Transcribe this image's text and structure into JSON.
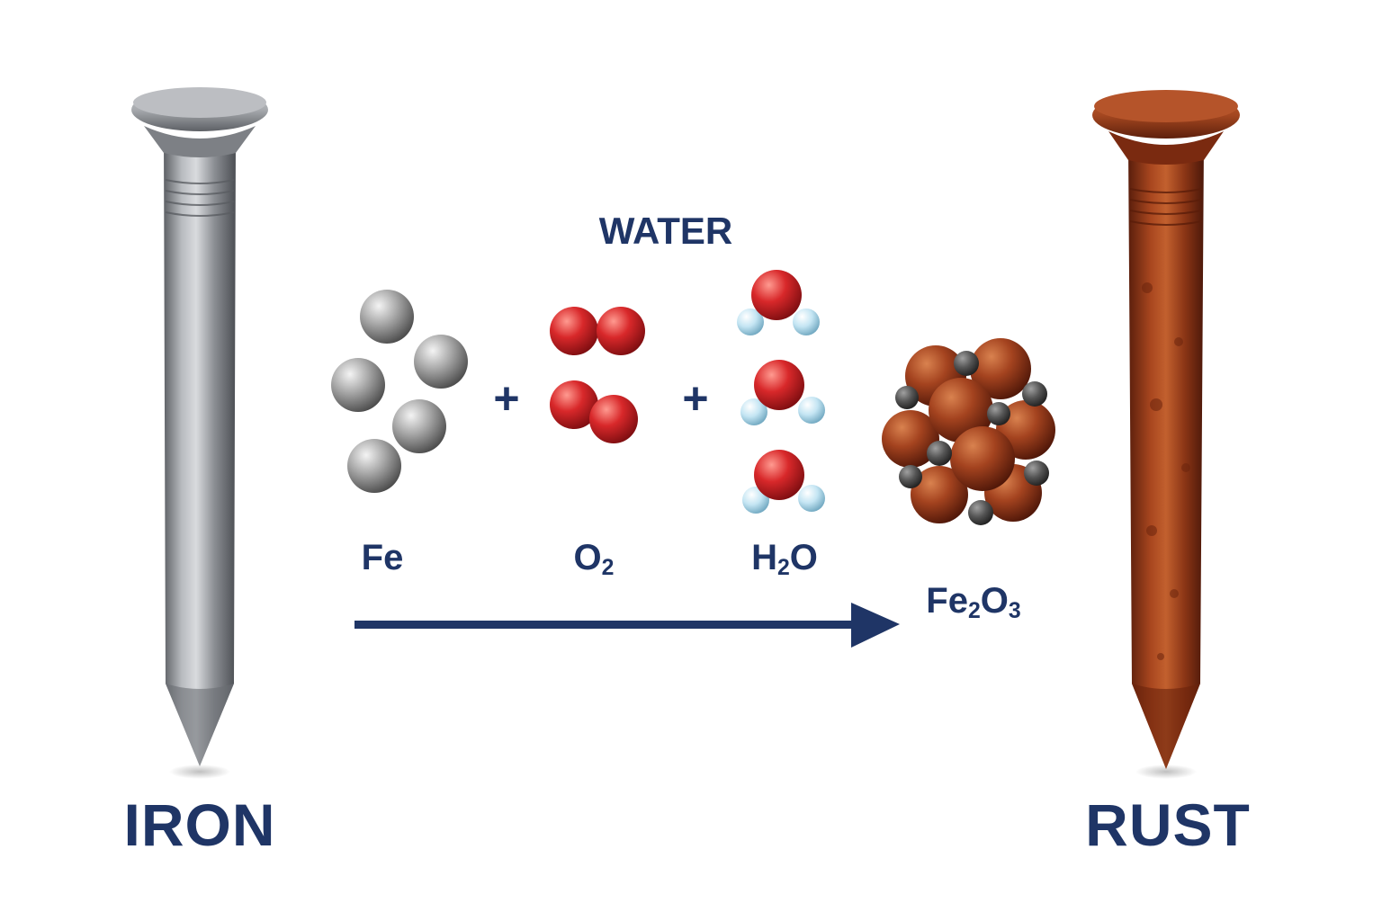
{
  "labels": {
    "iron": "IRON",
    "rust": "RUST",
    "water": "WATER",
    "plus_1": "+",
    "plus_2": "+"
  },
  "formulas": {
    "fe": {
      "base": "Fe"
    },
    "o2": {
      "p1": "O",
      "s1": "2"
    },
    "h2o": {
      "p1": "H",
      "s1": "2",
      "p2": "O"
    },
    "fe2o3": {
      "p1": "Fe",
      "s1": "2",
      "p2": "O",
      "s2": "3"
    }
  },
  "colors": {
    "text": "#1f3566",
    "arrow": "#1f3566",
    "iron_atom": "#9a9a9a",
    "oxygen_atom": "#d42a2a",
    "hydrogen_atom": "#bfe2f2",
    "rust_atom": "#a8452a",
    "rust_small_atom": "#555555",
    "iron_nail": "#8f9297",
    "rust_nail": "#9c4020"
  }
}
